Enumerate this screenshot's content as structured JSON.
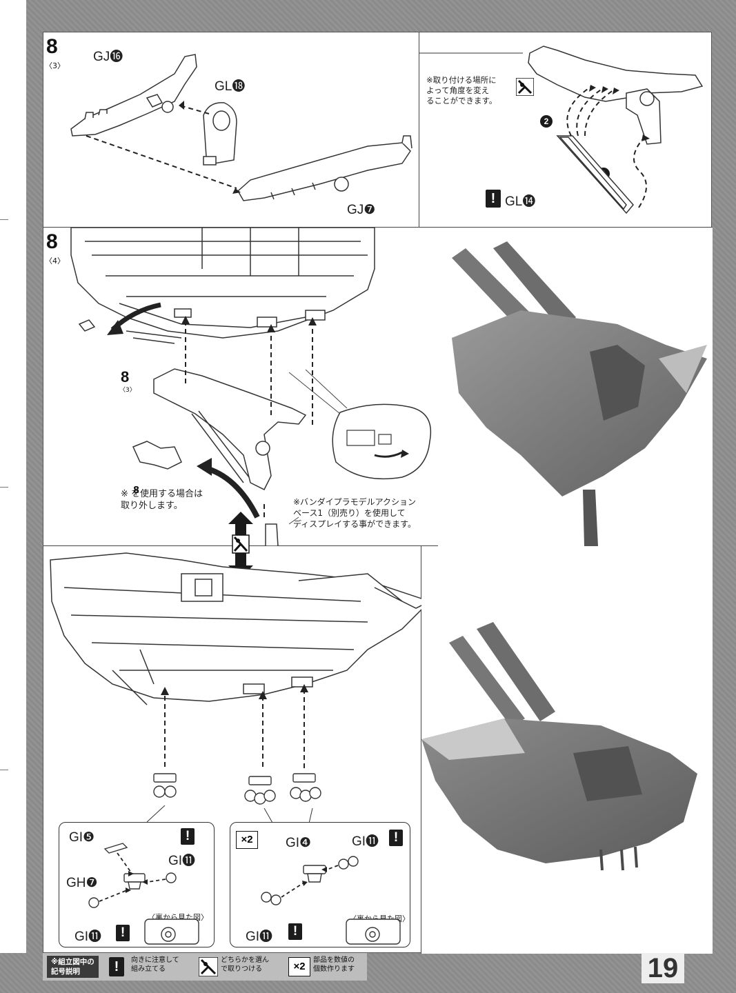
{
  "page_number": "19",
  "steps": {
    "s83": {
      "step": "8",
      "substep": "〈3〉",
      "parts": {
        "gj16": "GJ⓰",
        "gl18": "GL⓲",
        "gj7": "GJ❼",
        "gl14": "GL⓮"
      },
      "angle_note": "※取り付ける場所に\nよって角度を変え\nることができます。",
      "arrow_1": "1",
      "arrow_2": "2",
      "caution_mark": "!"
    },
    "s84": {
      "step": "8",
      "substep": "〈4〉",
      "ref_step": "8",
      "ref_substep": "〈3〉",
      "remove_note": "※ を使用する場合は\n取り外します。",
      "remove_ref": "8",
      "base_note": "※バンダイプラモデルアクション\nベース1（別売り）を使用して\nディスプレイする事ができます。"
    },
    "lower": {
      "left_box": {
        "gi5": "GI❺",
        "gh7": "GH❼",
        "gi11_top": "GI⓫",
        "gi11_bottom": "GI⓫",
        "back_view": "〈裏から見た図〉",
        "caution_mark": "!"
      },
      "right_box": {
        "x2": "×2",
        "gi4": "GI❹",
        "gi11_top": "GI⓫",
        "gi11_bottom": "GI⓫",
        "back_view": "〈裏から見た図〉",
        "caution_mark": "!"
      }
    }
  },
  "legend": {
    "title": "※組立図中の\n記号説明",
    "caution": "向きに注意して\n組み立てる",
    "caution_mark": "!",
    "choose": "どちらかを選ん\nで取りつける",
    "multiple_mark": "×2",
    "multiple": "部品を数値の\n個数作ります"
  }
}
